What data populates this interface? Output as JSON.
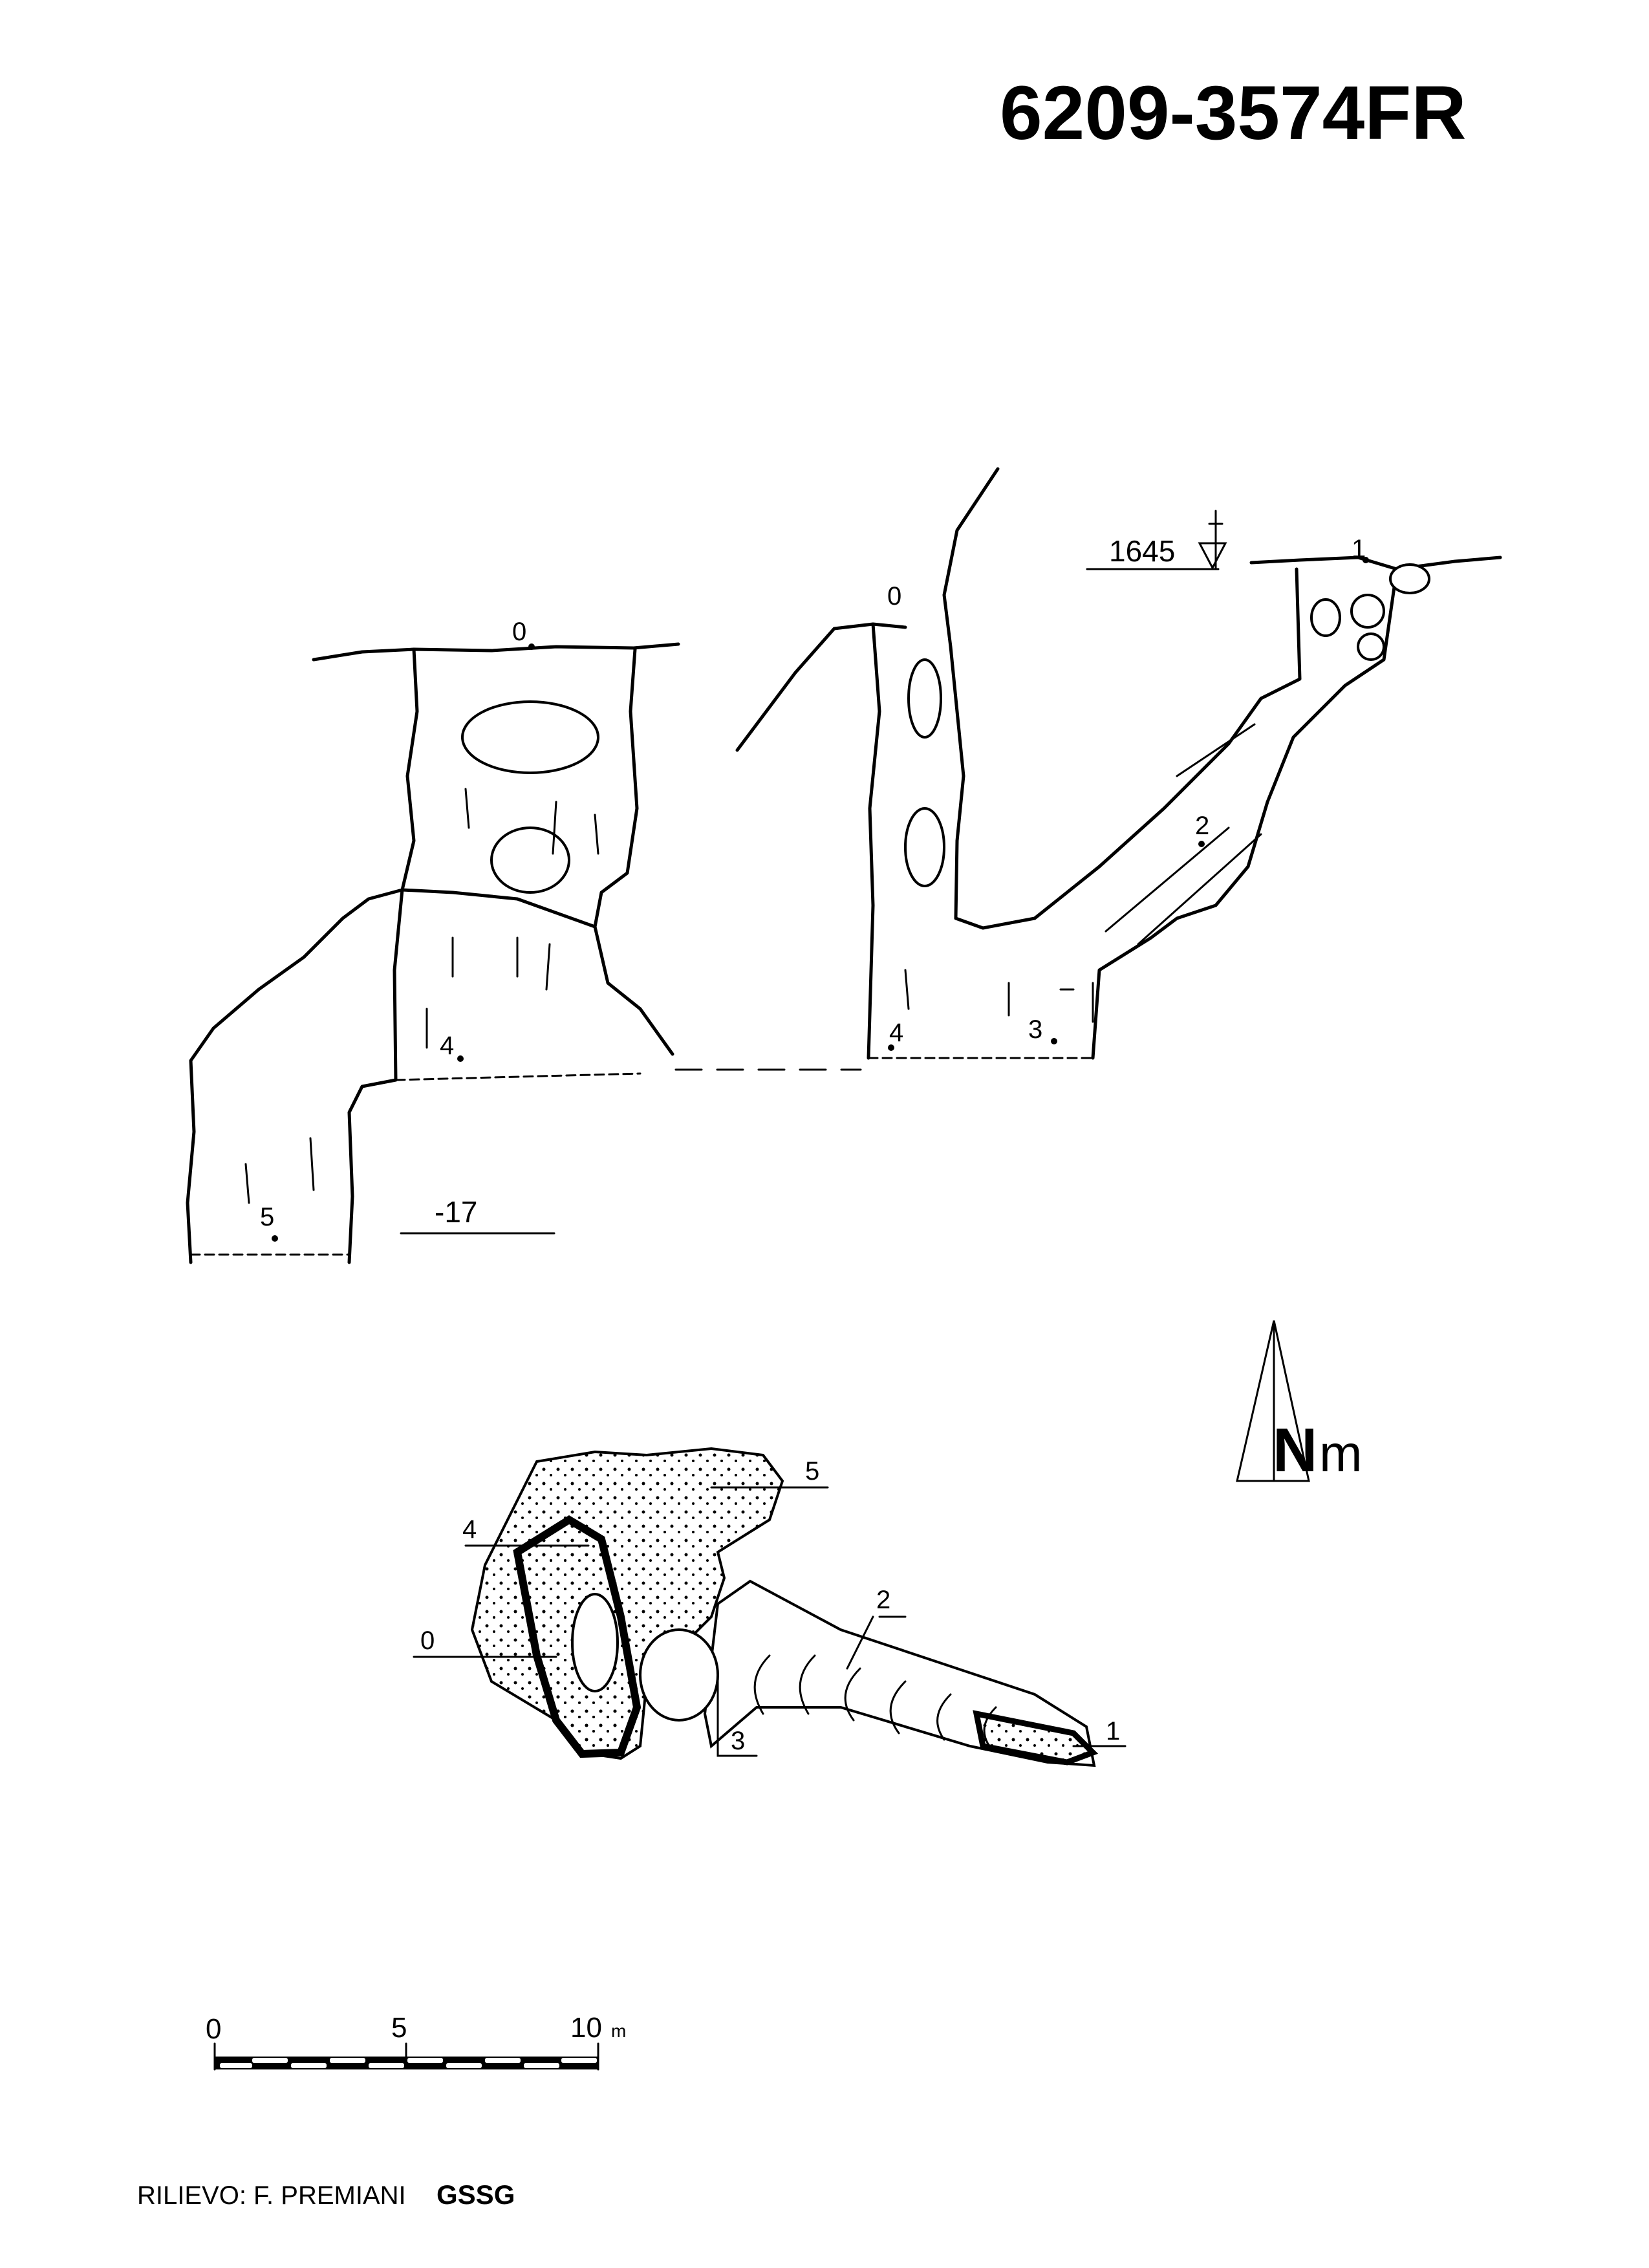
{
  "title": "6209-3574FR",
  "profile": {
    "left_stations": [
      "0",
      "4",
      "5"
    ],
    "right_stations": [
      "0",
      "1",
      "2",
      "3",
      "4"
    ],
    "entrance_elevation": "1645",
    "depth_label": "-17"
  },
  "plan": {
    "stations": [
      "0",
      "1",
      "2",
      "3",
      "4",
      "5"
    ]
  },
  "north_arrow": {
    "letter": "N",
    "suffix": "m"
  },
  "scale_bar": {
    "labels": [
      "0",
      "5",
      "10"
    ],
    "unit": "m"
  },
  "credits": {
    "survey": "RILIEVO: F. PREMIANI",
    "group": "GSSG"
  }
}
